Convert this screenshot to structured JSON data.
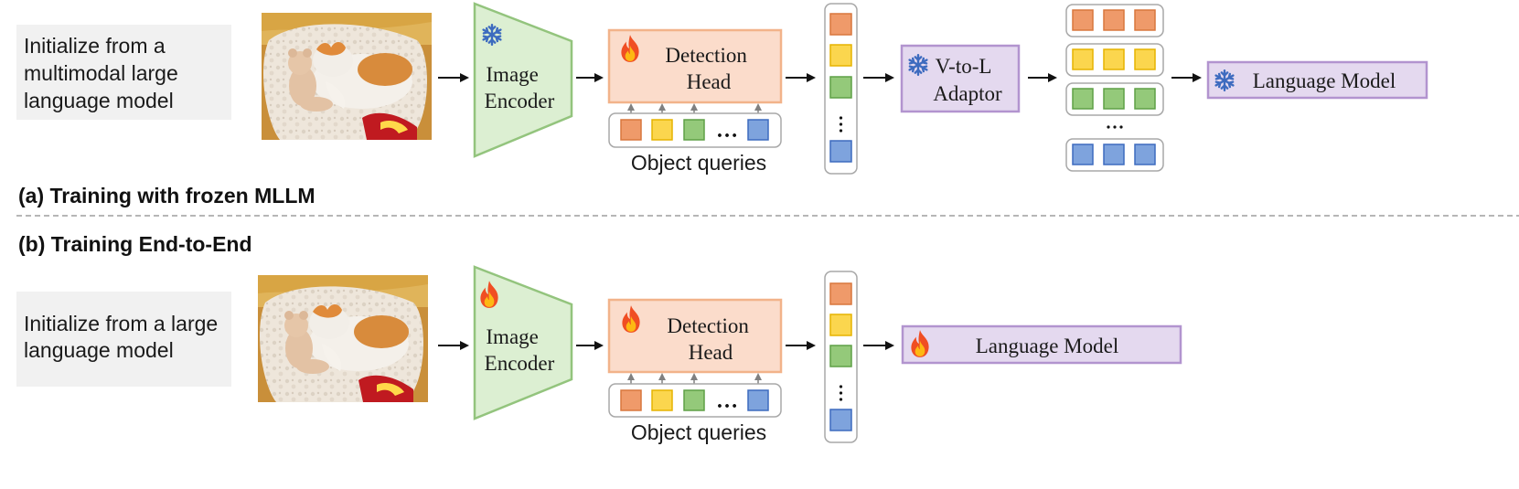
{
  "colors": {
    "orange": "#ef9a6a",
    "orange_border": "#d9773d",
    "yellow": "#fbd64e",
    "yellow_border": "#e6b400",
    "green": "#94c97a",
    "green_border": "#5ea046",
    "blue": "#7ea3dd",
    "blue_border": "#3d6bbf",
    "encoder_fill": "#dcefd2",
    "encoder_border": "#93c47d",
    "detection_fill": "#fbdccb",
    "detection_border": "#f2b38a",
    "purple_fill": "#e4d9ef",
    "purple_border": "#b294cf",
    "init_bg": "#f1f1f1"
  },
  "icons": {
    "frozen": "snowflake-icon",
    "trainable": "flame-icon"
  },
  "panel_a": {
    "init_lines": [
      "Initialize from a",
      "multimodal large",
      "language model"
    ],
    "image_alt": "cat-with-teddy-bear-photo",
    "encoder_lines": [
      "Image",
      "Encoder"
    ],
    "detection_lines": [
      "Detection",
      "Head"
    ],
    "object_queries": "Object queries",
    "query_dots": "…",
    "adaptor_lines": [
      "V-to-L",
      "Adaptor"
    ],
    "language_model": "Language Model",
    "caption": "(a) Training with frozen MLLM"
  },
  "panel_b": {
    "caption": "(b) Training End-to-End",
    "init_lines": [
      "Initialize from a large",
      "language model"
    ],
    "image_alt": "cat-with-teddy-bear-photo",
    "encoder_lines": [
      "Image",
      "Encoder"
    ],
    "detection_lines": [
      "Detection",
      "Head"
    ],
    "object_queries": "Object queries",
    "query_dots": "…",
    "language_model": "Language Model"
  }
}
